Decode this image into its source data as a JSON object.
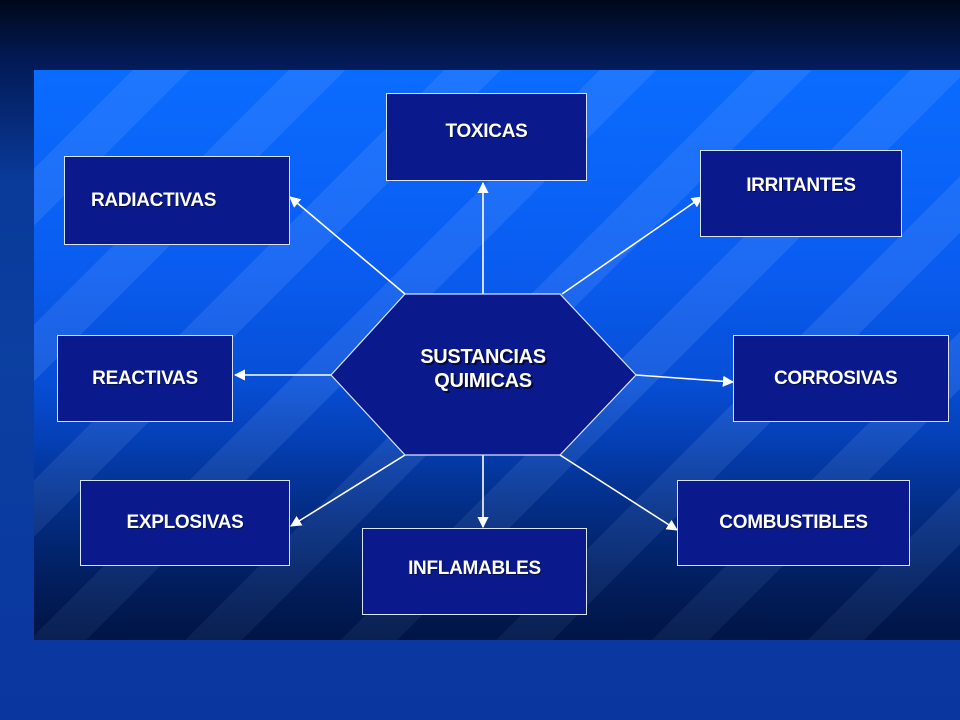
{
  "diagram": {
    "center": {
      "line1": "SUSTANCIAS",
      "line2": "QUIMICAS"
    },
    "nodes": {
      "toxicas": "TOXICAS",
      "radiactivas": "RADIACTIVAS",
      "irritantes": "IRRITANTES",
      "reactivas": "REACTIVAS",
      "corrosivas": "CORROSIVAS",
      "explosivas": "EXPLOSIVAS",
      "inflamables": "INFLAMABLES",
      "combustibles": "COMBUSTIBLES"
    }
  }
}
